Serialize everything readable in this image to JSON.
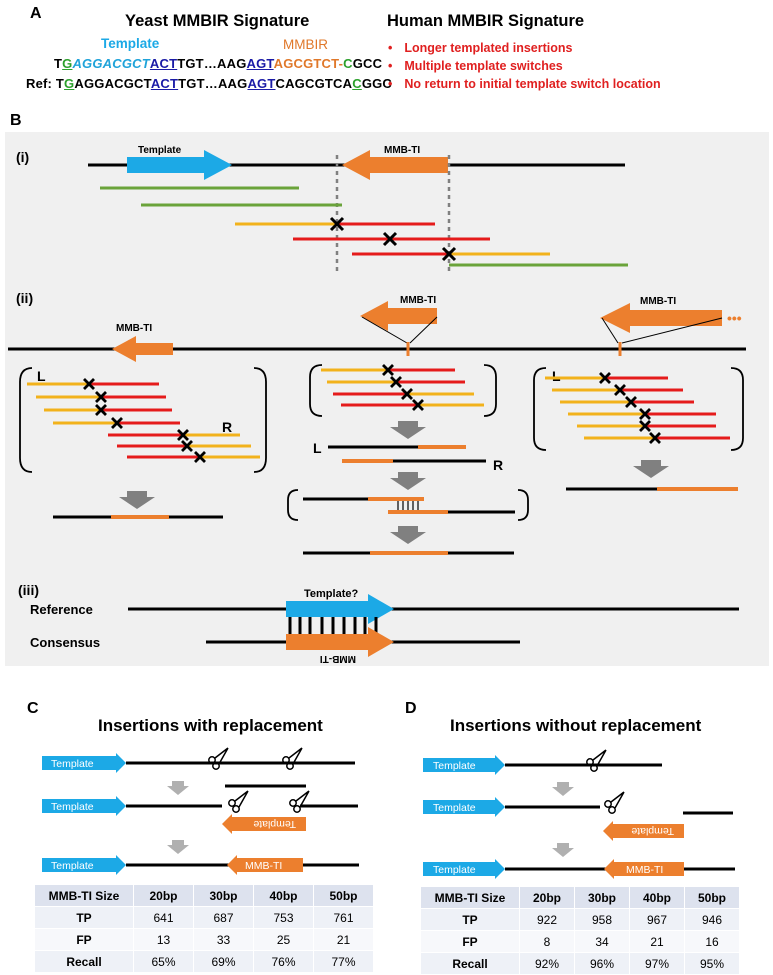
{
  "panelA": {
    "letter": "A",
    "yeast_title": "Yeast MMBIR Signature",
    "template_label": "Template",
    "mmbir_label": "MMBIR",
    "seq1": [
      {
        "t": "T",
        "c": "#000000",
        "u": false
      },
      {
        "t": "G",
        "c": "#2ca02c",
        "u": true
      },
      {
        "t": "AGGACGCT",
        "c": "#1fa3d9",
        "u": false,
        "i": true
      },
      {
        "t": "ACT",
        "c": "#1a1aa6",
        "u": true
      },
      {
        "t": "TGT…AAG",
        "c": "#000000",
        "u": false
      },
      {
        "t": "AGT",
        "c": "#1a1aa6",
        "u": true
      },
      {
        "t": "AGCGTCT",
        "c": "#e0782a",
        "u": false
      },
      {
        "t": "-",
        "c": "#e0782a",
        "u": false
      },
      {
        "t": "C",
        "c": "#2ca02c",
        "u": false
      },
      {
        "t": "GCC",
        "c": "#000000",
        "u": false
      }
    ],
    "ref_prefix": "Ref: ",
    "seq2": [
      {
        "t": "T",
        "c": "#000000",
        "u": false
      },
      {
        "t": "G",
        "c": "#2ca02c",
        "u": true
      },
      {
        "t": "AGGACGCT",
        "c": "#000000",
        "u": false
      },
      {
        "t": "ACT",
        "c": "#1a1aa6",
        "u": true
      },
      {
        "t": "TGT…AAG",
        "c": "#000000",
        "u": false
      },
      {
        "t": "AGT",
        "c": "#1a1aa6",
        "u": true
      },
      {
        "t": "CAGCGTCA",
        "c": "#000000",
        "u": false
      },
      {
        "t": "C",
        "c": "#2ca02c",
        "u": true
      },
      {
        "t": "GGC",
        "c": "#000000",
        "u": false
      }
    ],
    "human_title": "Human MMBIR Signature",
    "human_points": [
      "Longer templated insertions",
      "Multiple template switches",
      "No return to initial template switch location"
    ]
  },
  "panelB": {
    "letter": "B",
    "sub_i": "(i)",
    "sub_ii": "(ii)",
    "sub_iii": "(iii)",
    "template": "Template",
    "mmbti": "MMB-TI",
    "dots": "•••",
    "L": "L",
    "R": "R",
    "reference": "Reference",
    "consensus": "Consensus",
    "template_q": "Template?"
  },
  "panelC": {
    "letter": "C",
    "title": "Insertions with replacement",
    "template": "Template",
    "mmbti": "MMB-TI",
    "table": {
      "headers": [
        "MMB-TI Size",
        "20bp",
        "30bp",
        "40bp",
        "50bp"
      ],
      "rows": [
        [
          "TP",
          "641",
          "687",
          "753",
          "761"
        ],
        [
          "FP",
          "13",
          "33",
          "25",
          "21"
        ],
        [
          "Recall",
          "65%",
          "69%",
          "76%",
          "77%"
        ]
      ]
    }
  },
  "panelD": {
    "letter": "D",
    "title": "Insertions without replacement",
    "template": "Template",
    "mmbti": "MMB-TI",
    "table": {
      "headers": [
        "MMB-TI Size",
        "20bp",
        "30bp",
        "40bp",
        "50bp"
      ],
      "rows": [
        [
          "TP",
          "922",
          "958",
          "967",
          "946"
        ],
        [
          "FP",
          "8",
          "34",
          "21",
          "16"
        ],
        [
          "Recall",
          "92%",
          "96%",
          "97%",
          "95%"
        ]
      ]
    }
  },
  "colors": {
    "template_blue": "#1ca9e6",
    "mmbti_orange": "#ec7f2e",
    "read_red": "#e51b1b",
    "read_yellow": "#f2b21b",
    "read_green": "#6aa33a",
    "arrow_gray": "#808080",
    "panel_bg": "#f0f0f0"
  }
}
